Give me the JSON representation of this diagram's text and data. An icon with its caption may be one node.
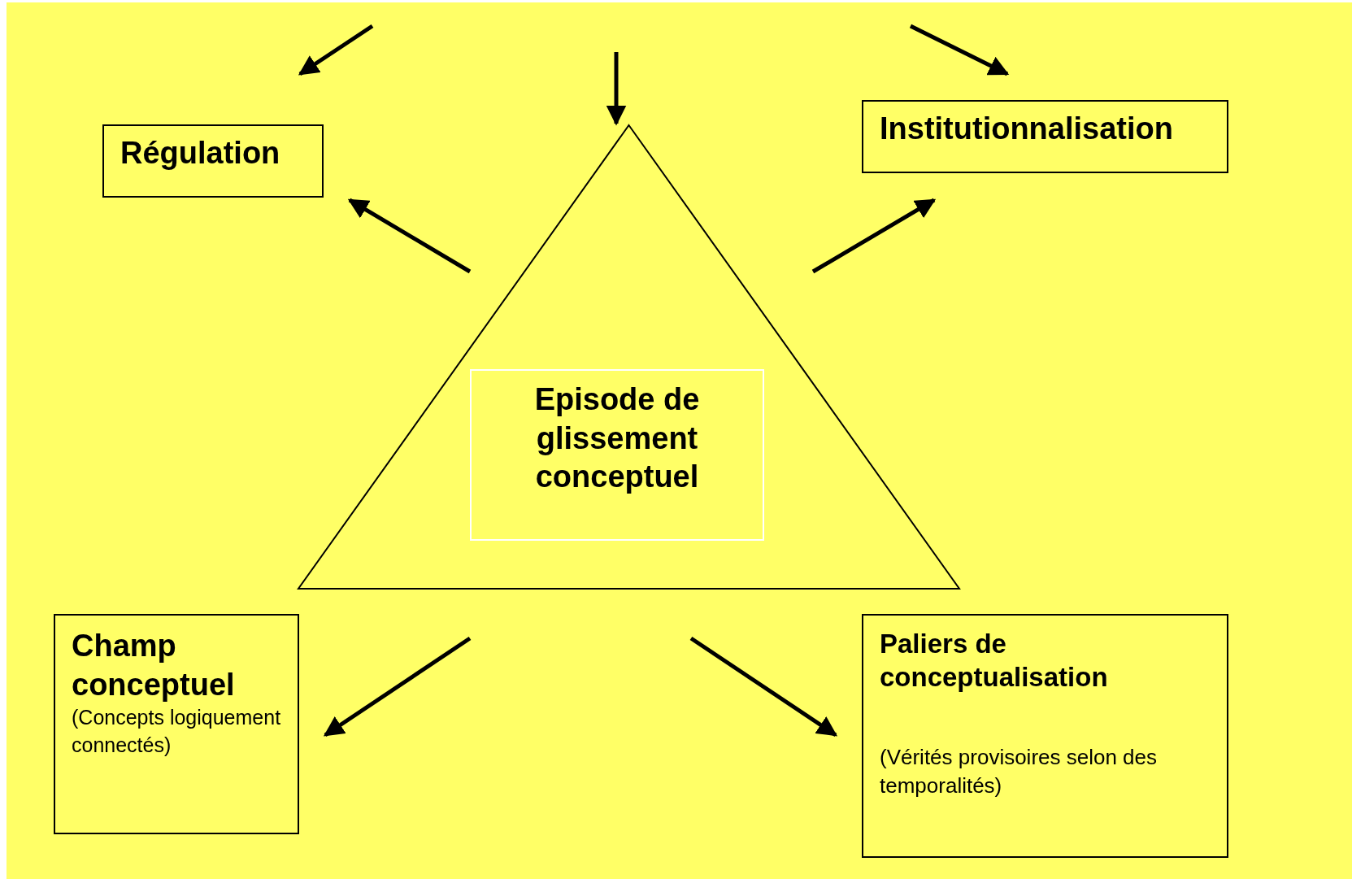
{
  "diagram": {
    "nodes": [
      {
        "text": [
          "Régulation"
        ]
      },
      {
        "text": [
          "Institutionnalisation"
        ]
      },
      {
        "text": [],
        "shape": "triangle"
      },
      {
        "text": [
          "Episode de glissement conceptuel"
        ],
        "in": 2
      },
      {
        "text": [
          "Champ conceptuel",
          "(Concepts logiquement connectés)"
        ]
      },
      {
        "text": [
          "Paliers de conceptualisation",
          "(Vérités provisoires selon des temporalités)"
        ]
      }
    ],
    "edges": [
      {
        "from": null,
        "to": 0,
        "arrow": "to"
      },
      {
        "from": null,
        "to": 2,
        "arrow": "to"
      },
      {
        "from": null,
        "to": 1,
        "arrow": "to"
      },
      {
        "from": 2,
        "to": 0,
        "arrow": "to"
      },
      {
        "from": 2,
        "to": 1,
        "arrow": "to"
      },
      {
        "from": 2,
        "to": 4,
        "arrow": "to"
      },
      {
        "from": 2,
        "to": 5,
        "arrow": "to"
      }
    ]
  }
}
